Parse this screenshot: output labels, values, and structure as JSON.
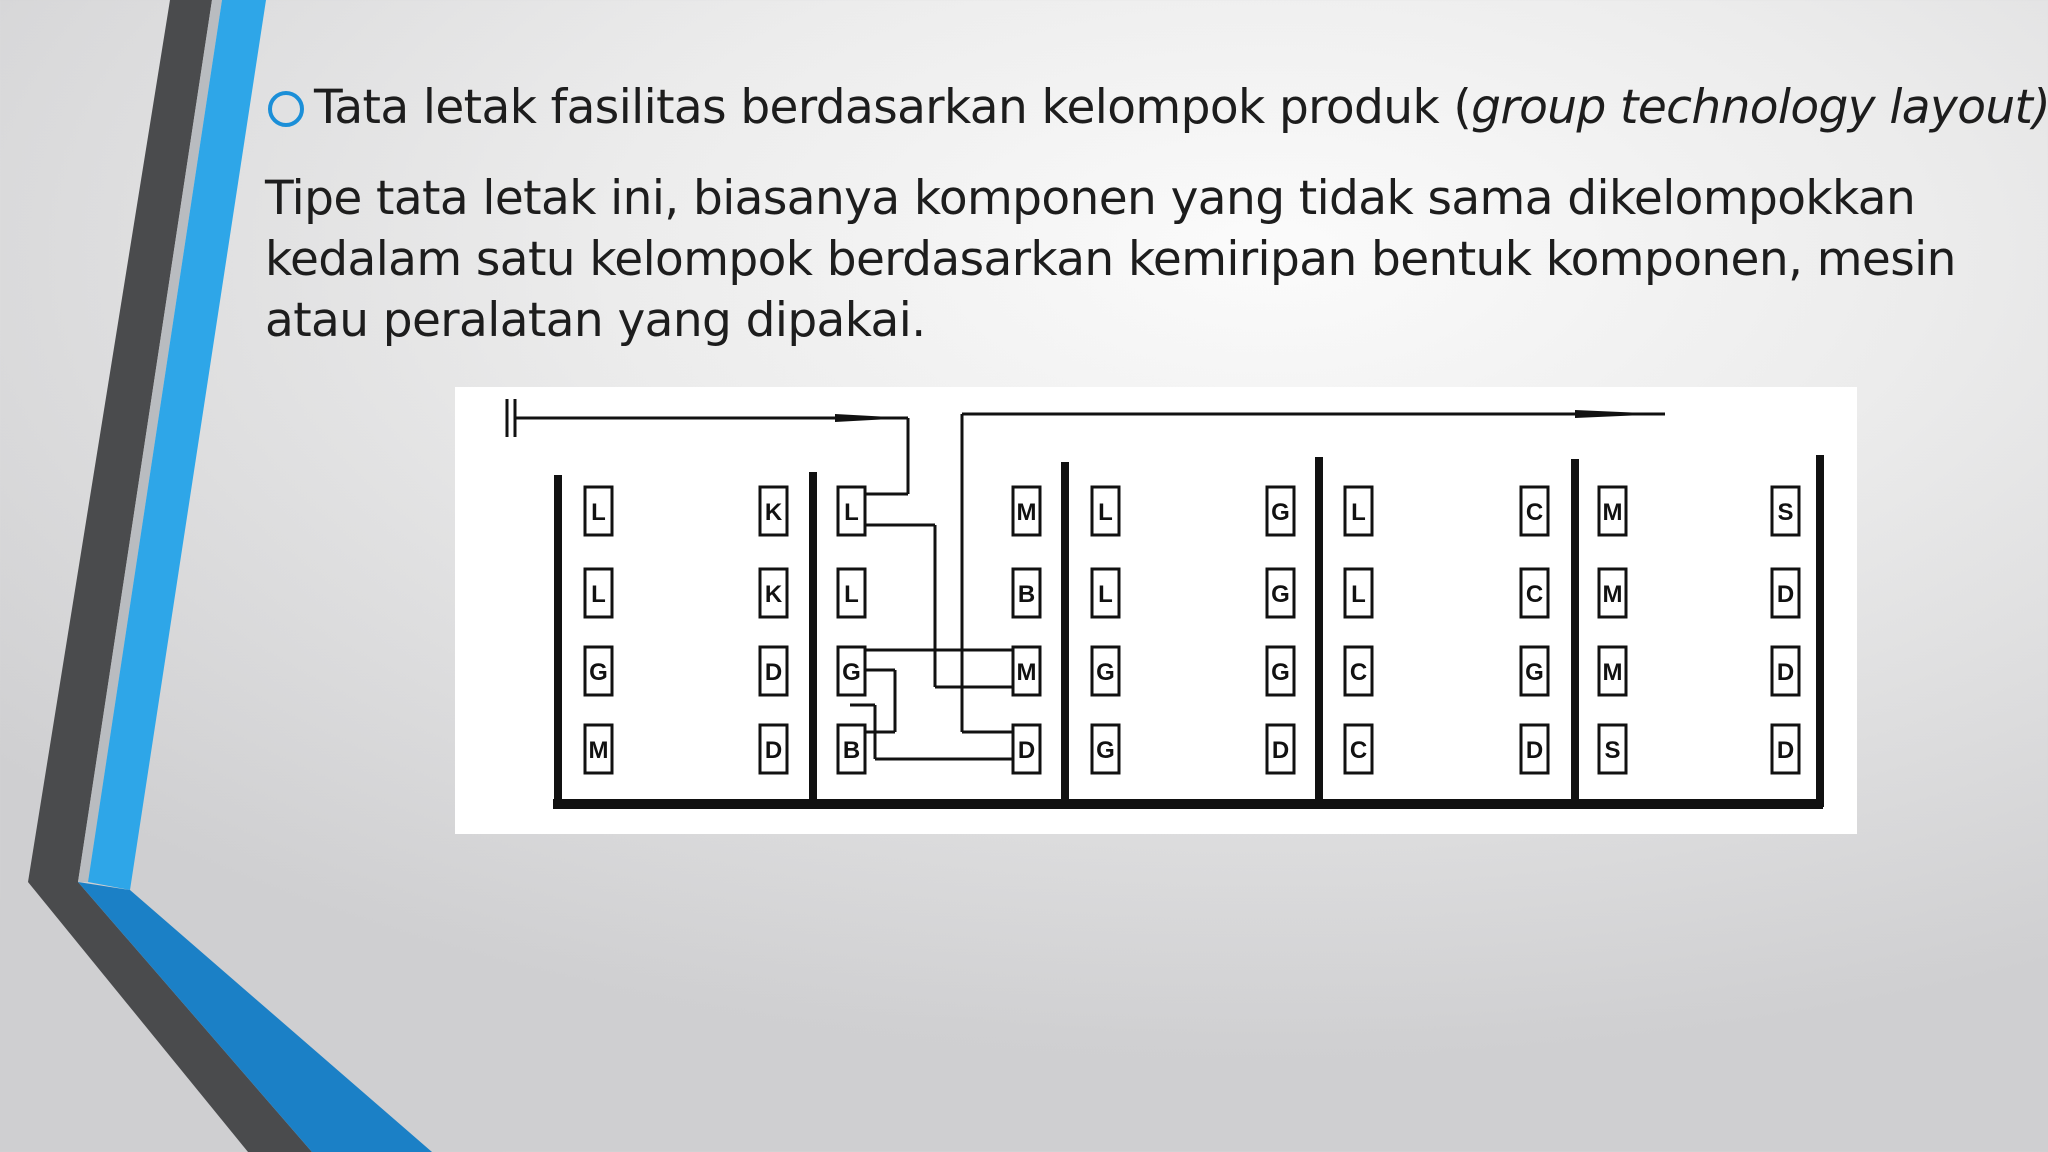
{
  "slide": {
    "heading": {
      "text_plain": "Tata letak fasilitas berdasarkan kelompok produk (",
      "text_italic": "group technology layout)"
    },
    "body": "Tipe tata letak ini, biasanya komponen yang tidak sama dikelompokkan kedalam satu kelompok berdasarkan kemiripan bentuk komponen, mesin atau peralatan yang dipakai."
  },
  "diagram": {
    "cells": [
      {
        "left": [
          "L",
          "L",
          "G",
          "M"
        ],
        "right": [
          "K",
          "K",
          "D",
          "D"
        ]
      },
      {
        "left": [
          "L",
          "L",
          "G",
          "B"
        ],
        "right": [
          "M",
          "B",
          "M",
          "D"
        ]
      },
      {
        "left": [
          "L",
          "L",
          "G",
          "G"
        ],
        "right": [
          "G",
          "G",
          "G",
          "D"
        ]
      },
      {
        "left": [
          "L",
          "L",
          "C",
          "C"
        ],
        "right": [
          "C",
          "C",
          "G",
          "D"
        ]
      },
      {
        "left": [
          "M",
          "M",
          "M",
          "S"
        ],
        "right": [
          "S",
          "D",
          "D",
          "D"
        ]
      }
    ]
  },
  "colors": {
    "accent_blue": "#29a3e6",
    "dark_blue": "#1a7fc4",
    "dark_gray": "#4a4b4d",
    "bullet": "#1b8fd8"
  }
}
